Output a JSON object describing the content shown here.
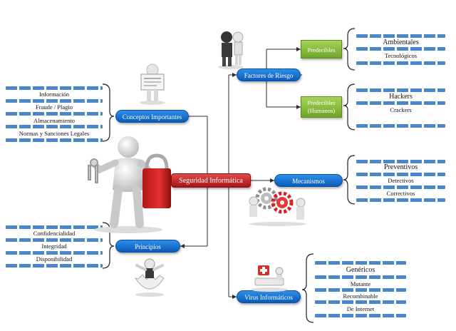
{
  "center": {
    "label": "Seguridad  Informática"
  },
  "factores": {
    "label": "Factores de Riesgo",
    "predecibles": {
      "label": "Predecibles",
      "items": [
        "Ambientales",
        "Tecnológicos"
      ]
    },
    "predecibles_humanos": {
      "label_line1": "Predecibles",
      "label_line2": "(Humanos)",
      "items": [
        "Hackers",
        "Crackers"
      ]
    }
  },
  "conceptos": {
    "label": "Conceptos Importantes",
    "items": [
      "Información",
      "Fraude / Plagio",
      "Almacenamiento",
      "Normas y Sanciones Legales"
    ]
  },
  "mecanismos": {
    "label": "Mecanismos",
    "items": [
      "Preventivos",
      "Detectivos",
      "Correctivos"
    ]
  },
  "principios": {
    "label": "Principios",
    "items": [
      "Confidencialidad",
      "Integridad",
      "Disponibilidad"
    ]
  },
  "virus": {
    "label": "Virus Informáticos",
    "items": [
      "Genéricos",
      "Mutante",
      "Recombinable",
      "De Internet"
    ]
  },
  "colors": {
    "blue_node": "#1a73d1",
    "red_node": "#c62828",
    "green_node": "#8bc34a",
    "stripe": "#4a86c8"
  }
}
